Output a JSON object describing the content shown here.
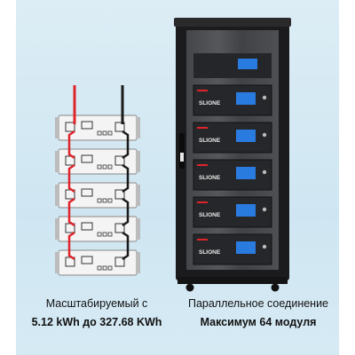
{
  "captions": {
    "left": {
      "line1": "Масштабируемый с",
      "line2": "5.12 kWh до 327.68 KWh"
    },
    "right": {
      "line1": "Параллельное соединение",
      "line2": "Максимум 64 модуля"
    }
  },
  "cabinet": {
    "brand_labels": [
      "SLIONE",
      "SLIONE",
      "SLIONE",
      "SLIONE",
      "SLIONE"
    ],
    "module_count": 5
  },
  "stack": {
    "module_count": 5
  },
  "colors": {
    "background": "#d4e9f4",
    "cable_positive": "#e0242a",
    "cable_negative": "#1a1a1a",
    "module_body": "#f4f4f4",
    "cabinet_frame": "#1b1b1d",
    "display_blue": "#2a7be0"
  }
}
